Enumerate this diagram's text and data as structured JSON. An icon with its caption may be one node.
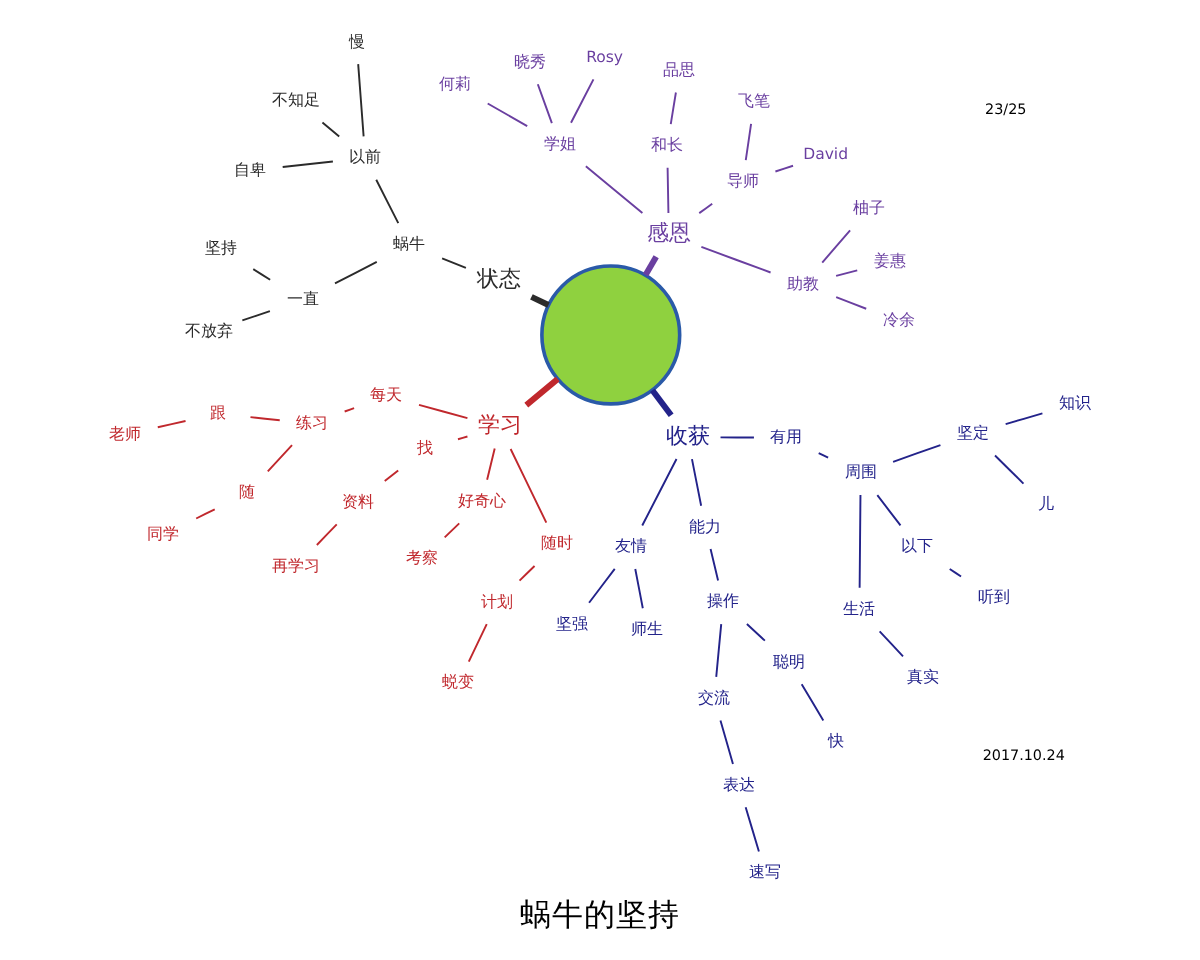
{
  "diagram": {
    "title": "蜗牛的坚持",
    "nodes": [
      {
        "text": [],
        "shape": "circle"
      },
      {
        "text": [
          "感恩"
        ]
      },
      {
        "text": [
          "助教"
        ]
      },
      {
        "text": [
          "冷余"
        ]
      },
      {
        "text": [
          "姜惠"
        ]
      },
      {
        "text": [
          "柚子"
        ]
      },
      {
        "text": [
          "导师"
        ]
      },
      {
        "text": [
          "David"
        ]
      },
      {
        "text": [
          "飞笔"
        ]
      },
      {
        "text": [
          "和长"
        ]
      },
      {
        "text": [
          "品思"
        ]
      },
      {
        "text": [
          "学姐"
        ]
      },
      {
        "text": [
          "Rosy"
        ]
      },
      {
        "text": [
          "晓秀"
        ]
      },
      {
        "text": [
          "何莉"
        ]
      },
      {
        "text": [
          "状态"
        ]
      },
      {
        "text": [
          "蜗牛"
        ]
      },
      {
        "text": [
          "以前"
        ]
      },
      {
        "text": [
          "慢"
        ]
      },
      {
        "text": [
          "不知足"
        ]
      },
      {
        "text": [
          "自卑"
        ]
      },
      {
        "text": [
          "一直"
        ]
      },
      {
        "text": [
          "坚持"
        ]
      },
      {
        "text": [
          "不放弃"
        ]
      },
      {
        "text": [
          "学习"
        ]
      },
      {
        "text": [
          "每天"
        ]
      },
      {
        "text": [
          "练习"
        ]
      },
      {
        "text": [
          "跟"
        ]
      },
      {
        "text": [
          "老师"
        ]
      },
      {
        "text": [
          "随"
        ]
      },
      {
        "text": [
          "同学"
        ]
      },
      {
        "text": [
          "找"
        ]
      },
      {
        "text": [
          "资料"
        ]
      },
      {
        "text": [
          "再学习"
        ]
      },
      {
        "text": [
          "好奇心"
        ]
      },
      {
        "text": [
          "考察"
        ]
      },
      {
        "text": [
          "随时"
        ]
      },
      {
        "text": [
          "计划"
        ]
      },
      {
        "text": [
          "蜕变"
        ]
      },
      {
        "text": [
          "收获"
        ]
      },
      {
        "text": [
          "友情"
        ]
      },
      {
        "text": [
          "坚强"
        ]
      },
      {
        "text": [
          "师生"
        ]
      },
      {
        "text": [
          "能力"
        ]
      },
      {
        "text": [
          "操作"
        ]
      },
      {
        "text": [
          "交流"
        ]
      },
      {
        "text": [
          "表达"
        ]
      },
      {
        "text": [
          "速写"
        ]
      },
      {
        "text": [
          "聪明"
        ]
      },
      {
        "text": [
          "快"
        ]
      },
      {
        "text": [
          "有用"
        ]
      },
      {
        "text": [
          "周围"
        ]
      },
      {
        "text": [
          "生活"
        ]
      },
      {
        "text": [
          "真实"
        ]
      },
      {
        "text": [
          "以下"
        ]
      },
      {
        "text": [
          "听到"
        ]
      },
      {
        "text": [
          "坚定"
        ]
      },
      {
        "text": [
          "儿"
        ]
      },
      {
        "text": [
          "知识"
        ]
      }
    ],
    "edges": [
      {
        "from": 0,
        "to": 1,
        "arrow": "none",
        "style": "thick",
        "color": "#6a3fa0"
      },
      {
        "from": 1,
        "to": 2,
        "arrow": "none",
        "color": "#6a3fa0"
      },
      {
        "from": 2,
        "to": 3,
        "arrow": "none",
        "color": "#6a3fa0"
      },
      {
        "from": 2,
        "to": 4,
        "arrow": "none",
        "color": "#6a3fa0"
      },
      {
        "from": 2,
        "to": 5,
        "arrow": "none",
        "color": "#6a3fa0"
      },
      {
        "from": 1,
        "to": 6,
        "arrow": "none",
        "color": "#6a3fa0"
      },
      {
        "from": 6,
        "to": 7,
        "arrow": "none",
        "color": "#6a3fa0"
      },
      {
        "from": 6,
        "to": 8,
        "arrow": "none",
        "color": "#6a3fa0"
      },
      {
        "from": 1,
        "to": 9,
        "arrow": "none",
        "color": "#6a3fa0"
      },
      {
        "from": 9,
        "to": 10,
        "arrow": "none",
        "color": "#6a3fa0"
      },
      {
        "from": 1,
        "to": 11,
        "arrow": "none",
        "color": "#6a3fa0"
      },
      {
        "from": 11,
        "to": 12,
        "arrow": "none",
        "color": "#6a3fa0"
      },
      {
        "from": 11,
        "to": 13,
        "arrow": "none",
        "color": "#6a3fa0"
      },
      {
        "from": 11,
        "to": 14,
        "arrow": "none",
        "color": "#6a3fa0"
      },
      {
        "from": 0,
        "to": 15,
        "arrow": "none",
        "style": "thick",
        "color": "#2b2b2b"
      },
      {
        "from": 15,
        "to": 16,
        "arrow": "none",
        "color": "#2b2b2b"
      },
      {
        "from": 16,
        "to": 17,
        "arrow": "none",
        "color": "#2b2b2b"
      },
      {
        "from": 17,
        "to": 18,
        "arrow": "none",
        "color": "#2b2b2b"
      },
      {
        "from": 17,
        "to": 19,
        "arrow": "none",
        "color": "#2b2b2b"
      },
      {
        "from": 17,
        "to": 20,
        "arrow": "none",
        "color": "#2b2b2b"
      },
      {
        "from": 16,
        "to": 21,
        "arrow": "none",
        "color": "#2b2b2b"
      },
      {
        "from": 21,
        "to": 22,
        "arrow": "none",
        "color": "#2b2b2b"
      },
      {
        "from": 21,
        "to": 23,
        "arrow": "none",
        "color": "#2b2b2b"
      },
      {
        "from": 0,
        "to": 24,
        "arrow": "none",
        "style": "thick",
        "color": "#c0282d"
      },
      {
        "from": 24,
        "to": 25,
        "arrow": "none",
        "color": "#c0282d"
      },
      {
        "from": 25,
        "to": 26,
        "arrow": "none",
        "color": "#c0282d"
      },
      {
        "from": 26,
        "to": 27,
        "arrow": "none",
        "color": "#c0282d"
      },
      {
        "from": 27,
        "to": 28,
        "arrow": "none",
        "color": "#c0282d"
      },
      {
        "from": 26,
        "to": 29,
        "arrow": "none",
        "color": "#c0282d"
      },
      {
        "from": 29,
        "to": 30,
        "arrow": "none",
        "color": "#c0282d"
      },
      {
        "from": 24,
        "to": 31,
        "arrow": "none",
        "color": "#c0282d"
      },
      {
        "from": 31,
        "to": 32,
        "arrow": "none",
        "color": "#c0282d"
      },
      {
        "from": 32,
        "to": 33,
        "arrow": "none",
        "color": "#c0282d"
      },
      {
        "from": 24,
        "to": 34,
        "arrow": "none",
        "color": "#c0282d"
      },
      {
        "from": 34,
        "to": 35,
        "arrow": "none",
        "color": "#c0282d"
      },
      {
        "from": 24,
        "to": 36,
        "arrow": "none",
        "color": "#c0282d"
      },
      {
        "from": 36,
        "to": 37,
        "arrow": "none",
        "color": "#c0282d"
      },
      {
        "from": 37,
        "to": 38,
        "arrow": "none",
        "color": "#c0282d"
      },
      {
        "from": 0,
        "to": 39,
        "arrow": "none",
        "style": "thick",
        "color": "#23238a"
      },
      {
        "from": 39,
        "to": 40,
        "arrow": "none",
        "color": "#23238a"
      },
      {
        "from": 40,
        "to": 41,
        "arrow": "none",
        "color": "#23238a"
      },
      {
        "from": 40,
        "to": 42,
        "arrow": "none",
        "color": "#23238a"
      },
      {
        "from": 39,
        "to": 43,
        "arrow": "none",
        "color": "#23238a"
      },
      {
        "from": 43,
        "to": 44,
        "arrow": "none",
        "color": "#23238a"
      },
      {
        "from": 44,
        "to": 45,
        "arrow": "none",
        "color": "#23238a"
      },
      {
        "from": 45,
        "to": 46,
        "arrow": "none",
        "color": "#23238a"
      },
      {
        "from": 46,
        "to": 47,
        "arrow": "none",
        "color": "#23238a"
      },
      {
        "from": 44,
        "to": 48,
        "arrow": "none",
        "color": "#23238a"
      },
      {
        "from": 48,
        "to": 49,
        "arrow": "none",
        "color": "#23238a"
      },
      {
        "from": 39,
        "to": 50,
        "arrow": "none",
        "color": "#23238a"
      },
      {
        "from": 50,
        "to": 51,
        "arrow": "none",
        "color": "#23238a"
      },
      {
        "from": 51,
        "to": 52,
        "arrow": "none",
        "color": "#23238a"
      },
      {
        "from": 52,
        "to": 53,
        "arrow": "none",
        "color": "#23238a"
      },
      {
        "from": 51,
        "to": 54,
        "arrow": "none",
        "color": "#23238a"
      },
      {
        "from": 54,
        "to": 55,
        "arrow": "none",
        "color": "#23238a"
      },
      {
        "from": 51,
        "to": 56,
        "arrow": "none",
        "color": "#23238a"
      },
      {
        "from": 56,
        "to": 57,
        "arrow": "none",
        "color": "#23238a"
      },
      {
        "from": 56,
        "to": 58,
        "arrow": "none",
        "color": "#23238a"
      }
    ],
    "labels": [
      "2017.10.24",
      "23/25"
    ]
  }
}
